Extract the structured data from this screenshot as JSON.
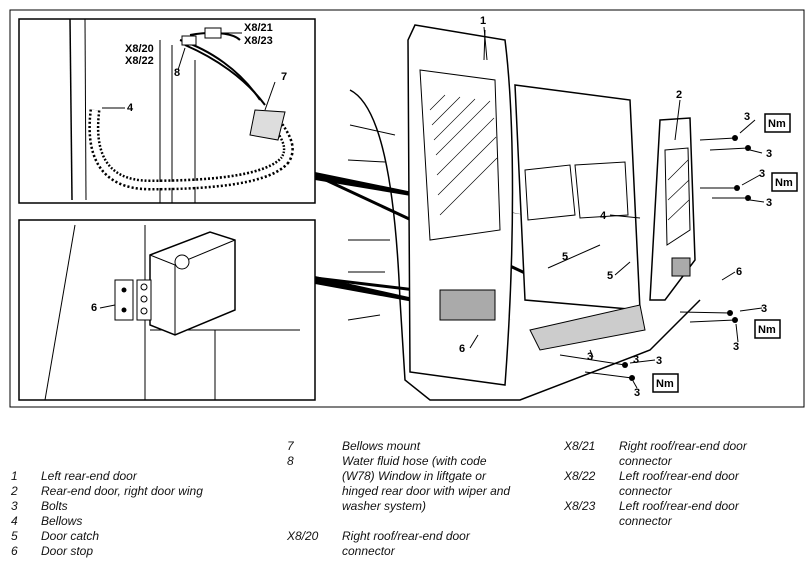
{
  "labels": {
    "left_door": "1",
    "right_wing": "2",
    "bolts_a": "3",
    "bolts_b": "3",
    "bolts_c": "3",
    "bolts_d": "3",
    "bolts_e": "3",
    "bolts_f": "3",
    "bolts_g": "3",
    "bolts_h": "3",
    "bolts_i": "3",
    "bolts_j": "3",
    "bellows_main": "4",
    "bellows_inset": "4",
    "door_catch_a": "5",
    "door_catch_b": "5",
    "door_stop_main": "6",
    "door_stop_right": "6",
    "door_stop_inset": "6",
    "bellows_mount": "7",
    "water_hose": "8",
    "x8_20": "X8/20",
    "x8_21": "X8/21",
    "x8_22": "X8/22",
    "x8_23": "X8/23",
    "nm": "Nm"
  },
  "legend": {
    "col1": [
      {
        "key": "1",
        "text": "Left rear-end door"
      },
      {
        "key": "2",
        "text": "Rear-end door, right door wing"
      },
      {
        "key": "3",
        "text": "Bolts"
      },
      {
        "key": "4",
        "text": "Bellows"
      },
      {
        "key": "5",
        "text": "Door catch"
      },
      {
        "key": "6",
        "text": "Door stop"
      }
    ],
    "col2": [
      {
        "key": "7",
        "lines": [
          "Bellows mount"
        ]
      },
      {
        "key": "8",
        "lines": [
          "Water fluid hose (with code",
          "(W78) Window in liftgate or",
          "hinged rear door with wiper and",
          "washer system)"
        ]
      },
      {
        "key": "X8/20",
        "lines": [
          "Right roof/rear-end door",
          "connector"
        ]
      }
    ],
    "col3": [
      {
        "key": "X8/21",
        "lines": [
          "Right roof/rear-end door",
          "connector"
        ]
      },
      {
        "key": "X8/22",
        "lines": [
          "Left roof/rear-end door",
          "connector"
        ]
      },
      {
        "key": "X8/23",
        "lines": [
          "Left roof/rear-end door",
          "connector"
        ]
      }
    ]
  }
}
